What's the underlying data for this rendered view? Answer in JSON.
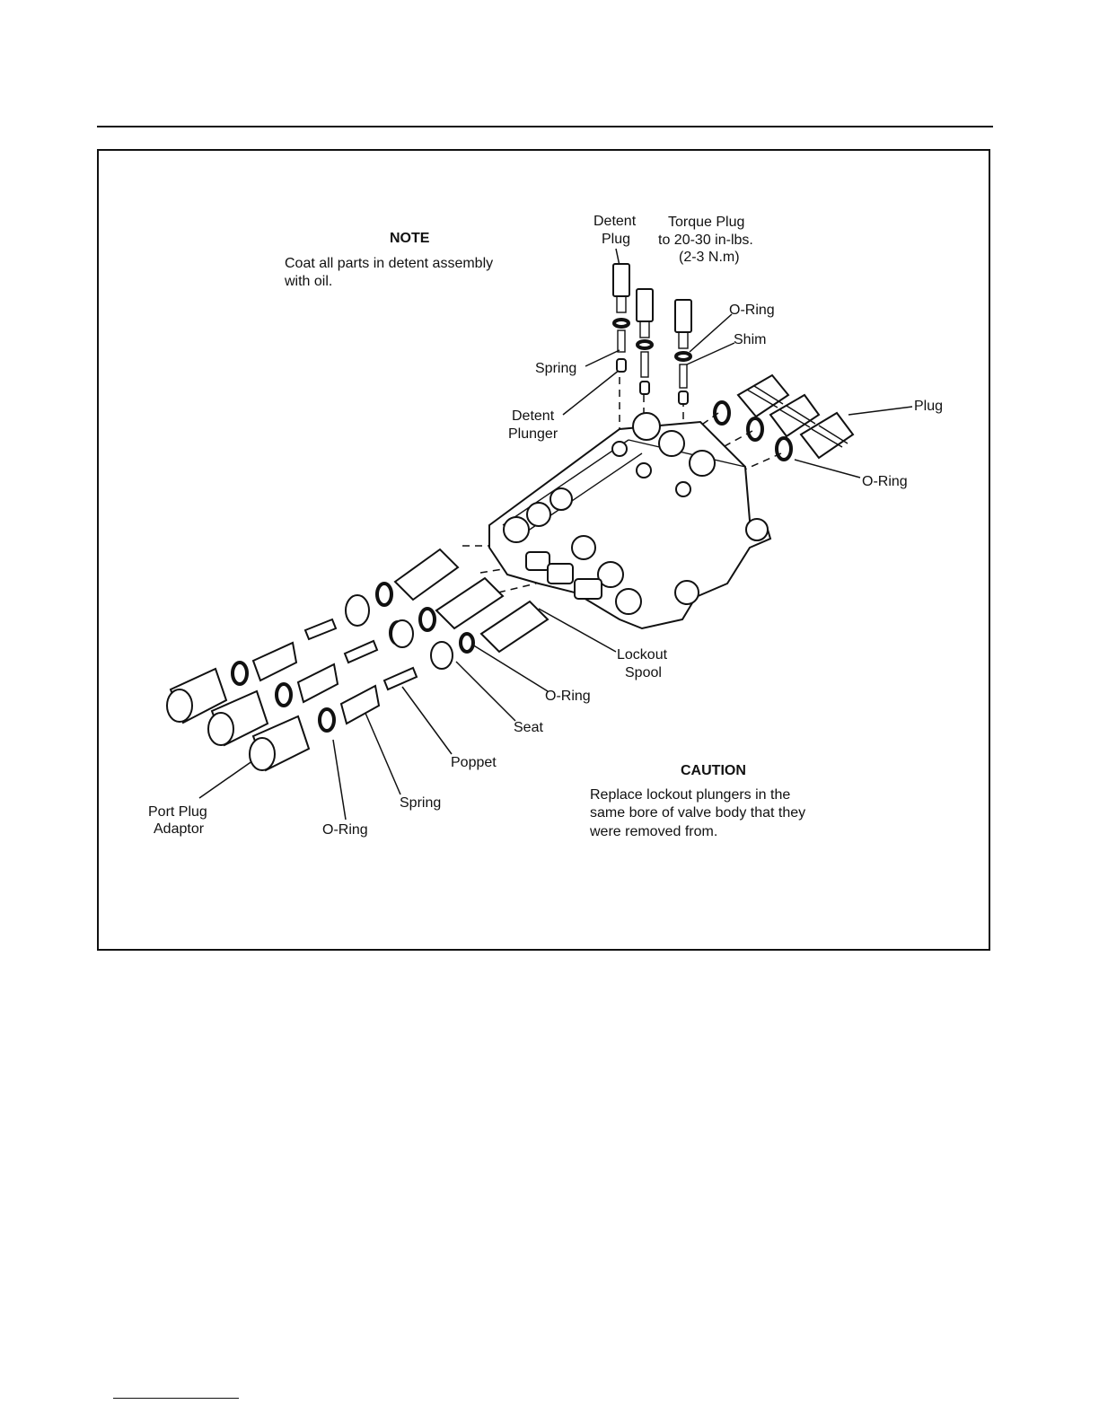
{
  "note": {
    "heading": "NOTE",
    "line1": "Coat all parts in detent assembly",
    "line2": "with oil."
  },
  "caution": {
    "heading": "CAUTION",
    "line1": "Replace lockout plungers in the",
    "line2": "same bore of valve body that they",
    "line3": "were removed from."
  },
  "labels": {
    "detent_plug": [
      "Detent",
      "Plug"
    ],
    "torque_plug": [
      "Torque Plug",
      "to 20-30 in-lbs.",
      "(2-3 N.m)"
    ],
    "o_ring_top": "O-Ring",
    "shim": "Shim",
    "spring_top": "Spring",
    "detent_plunger": [
      "Detent",
      "Plunger"
    ],
    "plug": "Plug",
    "o_ring_right": "O-Ring",
    "lockout_spool": [
      "Lockout",
      "Spool"
    ],
    "o_ring_mid": "O-Ring",
    "seat": "Seat",
    "poppet": "Poppet",
    "spring_bottom": "Spring",
    "o_ring_bottom": "O-Ring",
    "port_plug_adaptor": [
      "Port Plug",
      "Adaptor"
    ]
  }
}
